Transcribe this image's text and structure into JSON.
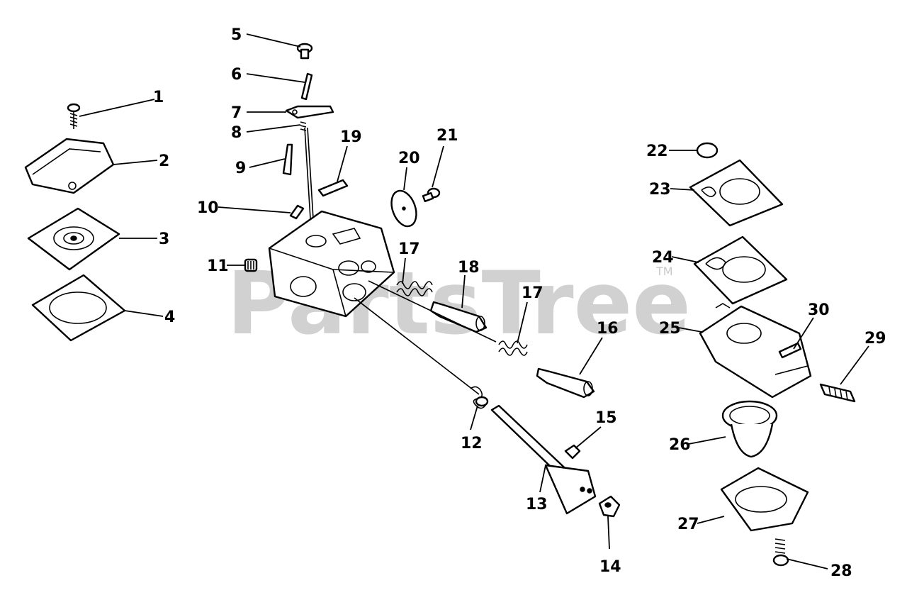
{
  "watermark": {
    "text": "PartsTree",
    "trademark": "TM",
    "color": "#c9c9c9"
  },
  "callouts": [
    "1",
    "2",
    "3",
    "4",
    "5",
    "6",
    "7",
    "8",
    "9",
    "10",
    "11",
    "12",
    "13",
    "14",
    "15",
    "16",
    "17",
    "17",
    "18",
    "19",
    "20",
    "21",
    "22",
    "23",
    "24",
    "25",
    "26",
    "27",
    "28",
    "29",
    "30"
  ]
}
